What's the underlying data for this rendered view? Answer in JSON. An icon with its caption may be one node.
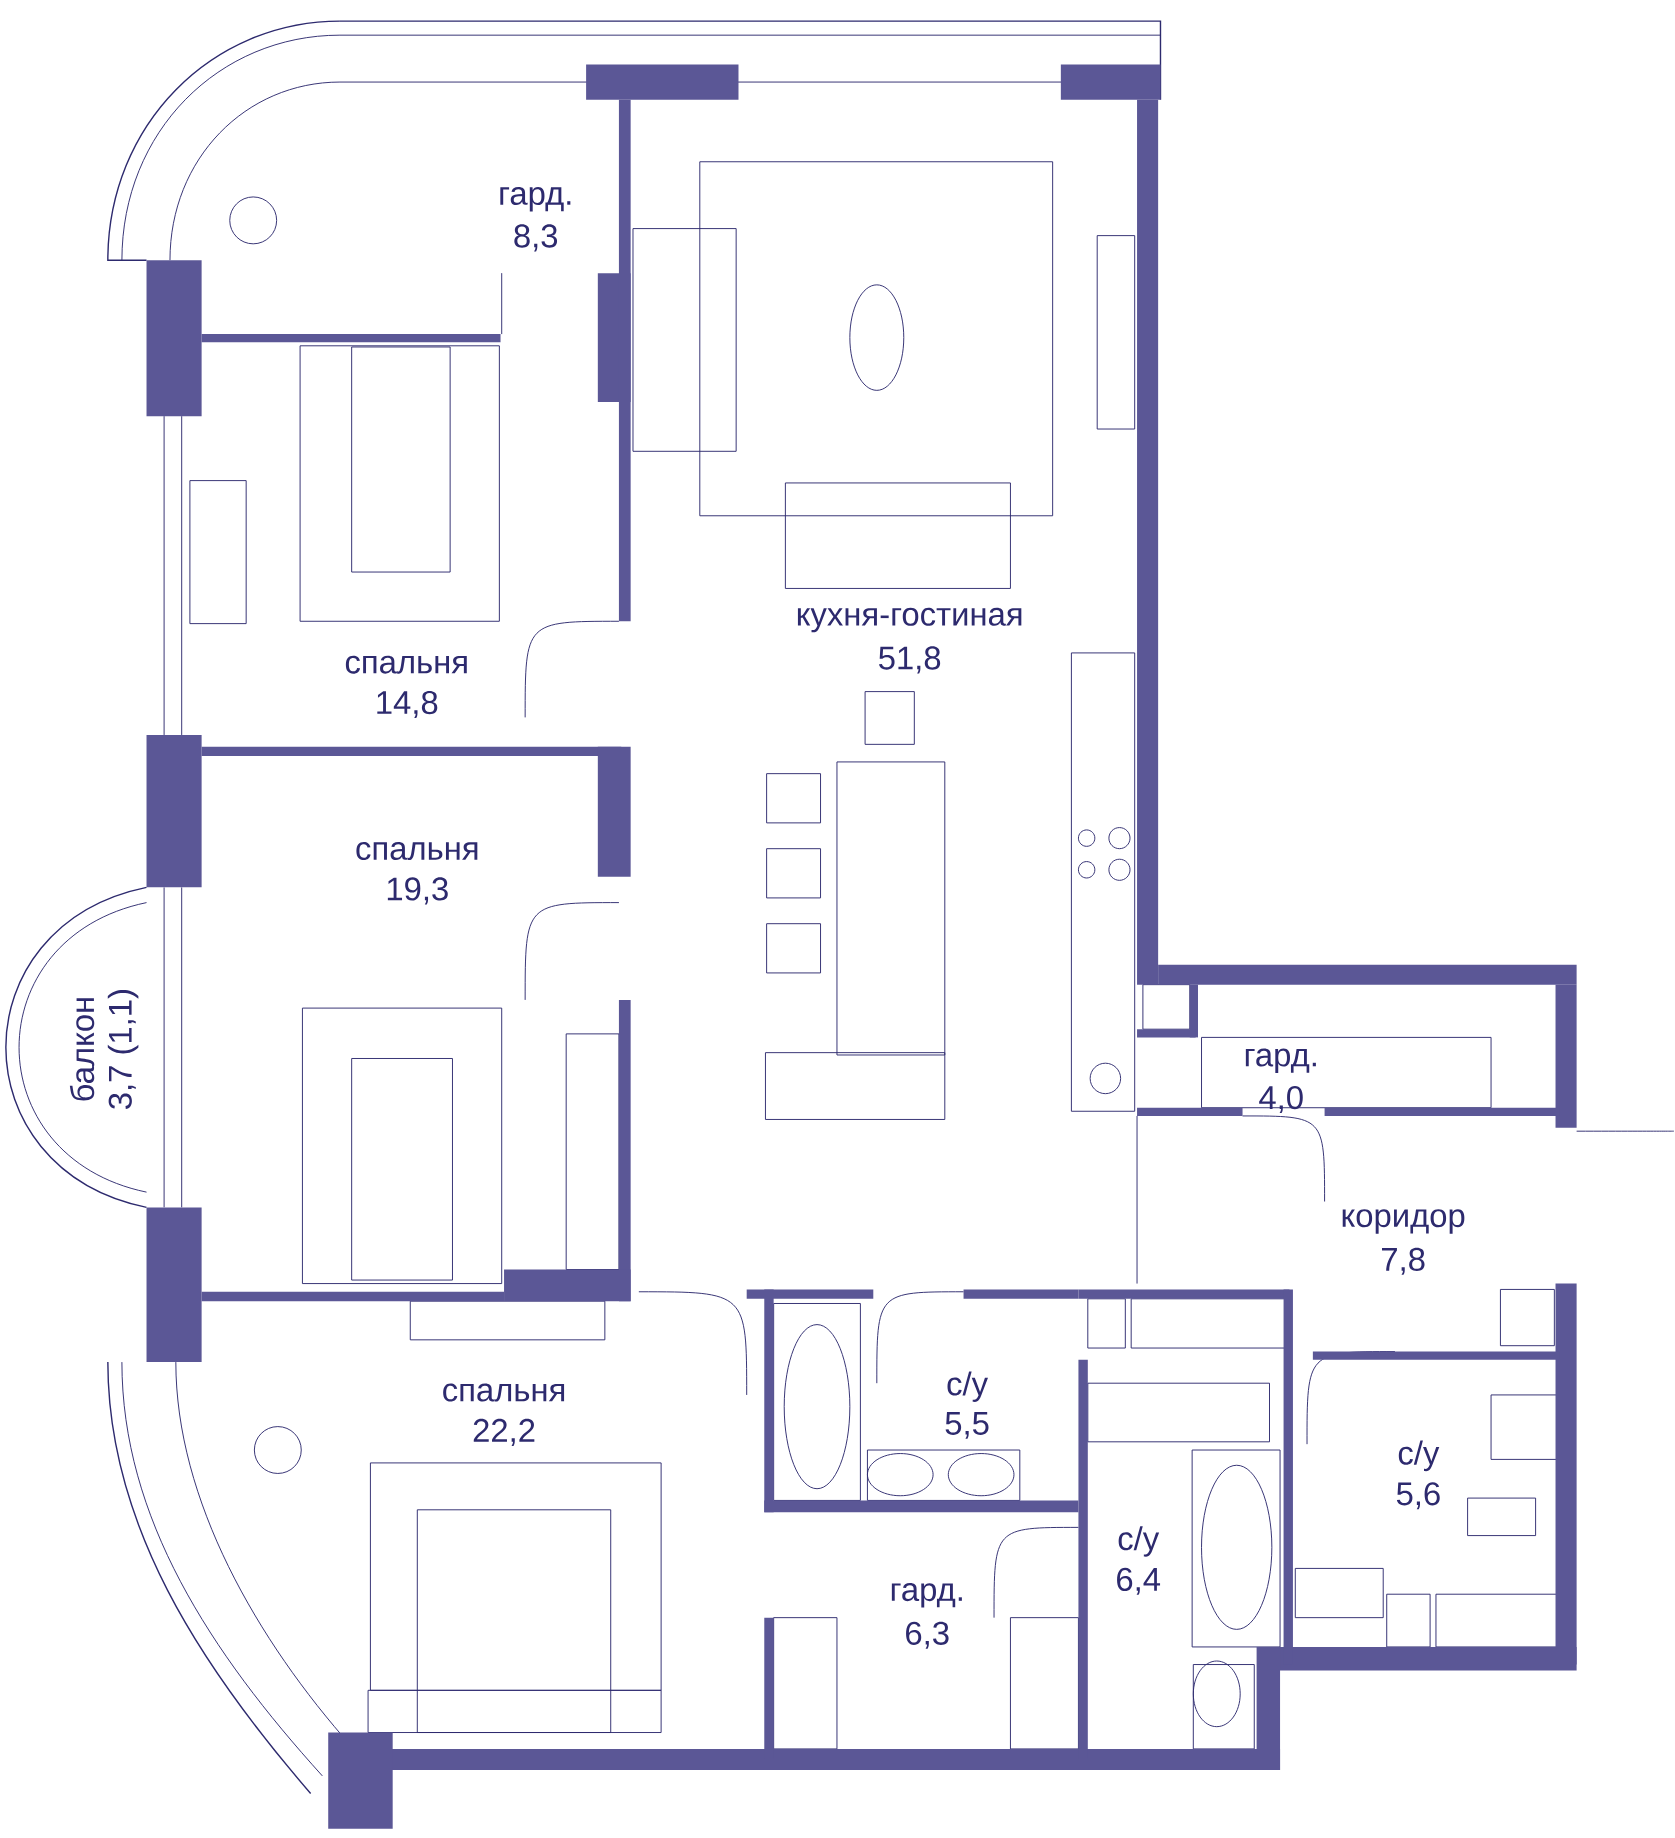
{
  "diagram": {
    "labels": [
      "гард.",
      "8,3",
      "кухня-гостиная",
      "51,8",
      "спальня",
      "14,8",
      "спальня",
      "19,3",
      "балкон",
      "3,7 (1,1)",
      "гард.",
      "4,0",
      "коридор",
      "7,8",
      "с/у",
      "5,5",
      "спальня",
      "22,2",
      "с/у",
      "5,6",
      "с/у",
      "6,4",
      "гард.",
      "6,3"
    ]
  }
}
